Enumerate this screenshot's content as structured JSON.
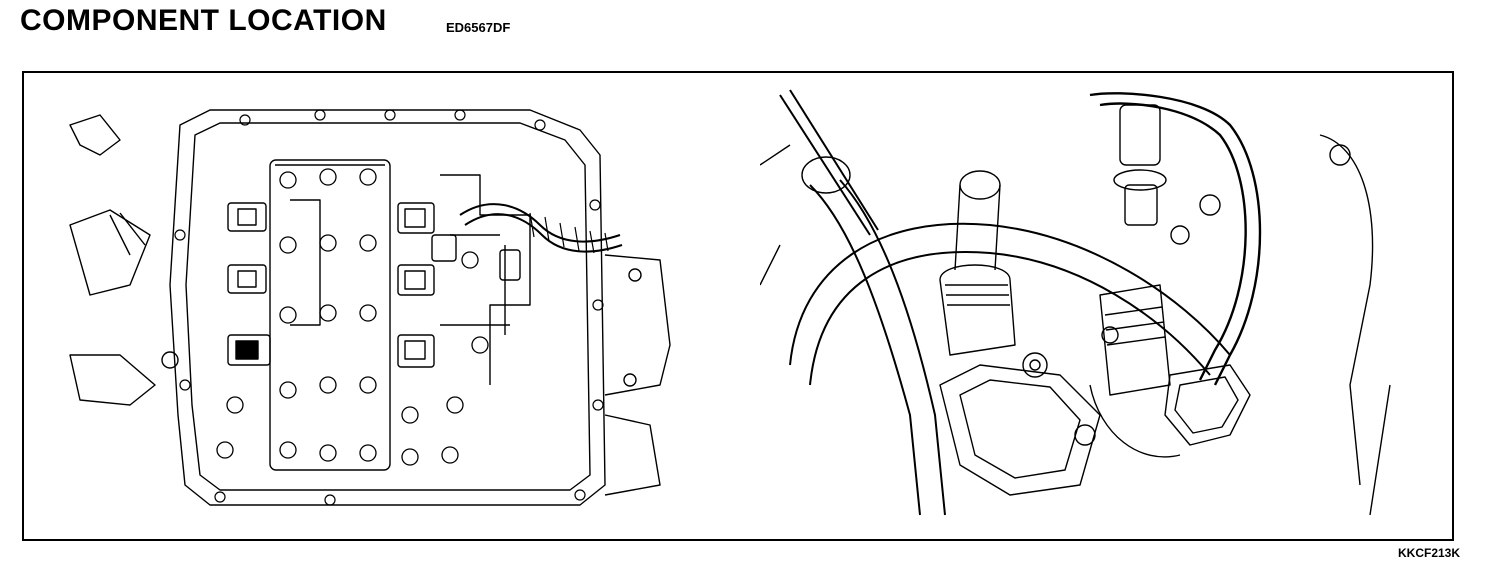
{
  "header": {
    "title": "COMPONENT  LOCATION",
    "code": "ED6567DF"
  },
  "footer": {
    "figure_id": "KKCF213K"
  }
}
